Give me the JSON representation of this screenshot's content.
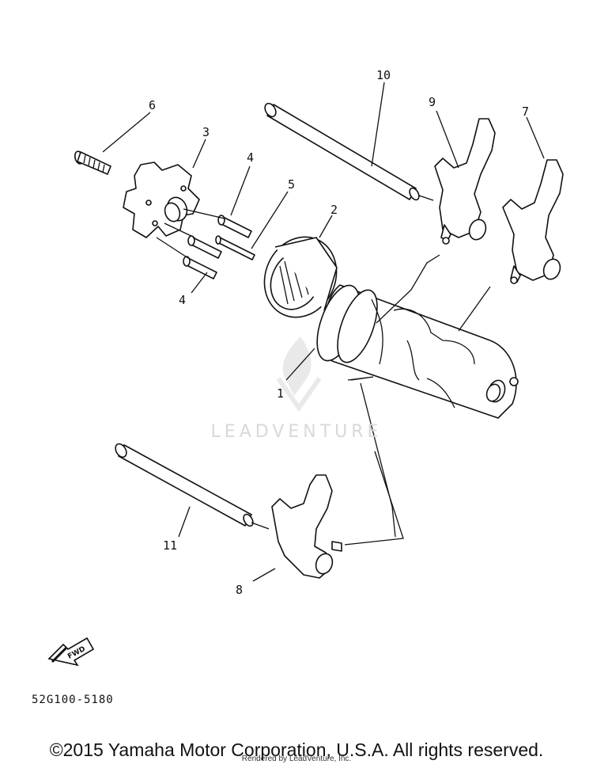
{
  "callouts": {
    "c1": "1",
    "c2": "2",
    "c3": "3",
    "c4a": "4",
    "c4b": "4",
    "c5": "5",
    "c6": "6",
    "c7": "7",
    "c8": "8",
    "c9": "9",
    "c10": "10",
    "c11": "11"
  },
  "arrow_label": "FWD",
  "diagram_code": "52G100-5180",
  "copyright": "©2015 Yamaha Motor Corporation, U.S.A. All rights reserved.",
  "rendered_by": "Rendered by LeadVenture, Inc.",
  "watermark": "LEADVENTURE"
}
